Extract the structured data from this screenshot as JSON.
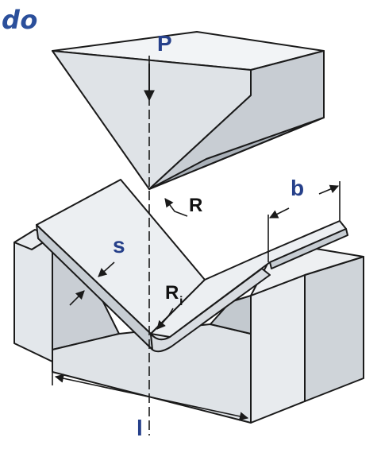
{
  "header": {
    "title_fragment": "do"
  },
  "labels": {
    "force": "P",
    "outer_radius": "R",
    "width": "b",
    "thickness": "s",
    "inner_radius": "R",
    "inner_radius_sub": "i",
    "die_opening": "l"
  },
  "colors": {
    "face_light": "#e9ecef",
    "face_mid": "#d5dadf",
    "face_dark": "#b9bfc6",
    "outline": "#1a1a1a",
    "label_blue": "#26408a",
    "title_blue": "#2b4f9b"
  }
}
